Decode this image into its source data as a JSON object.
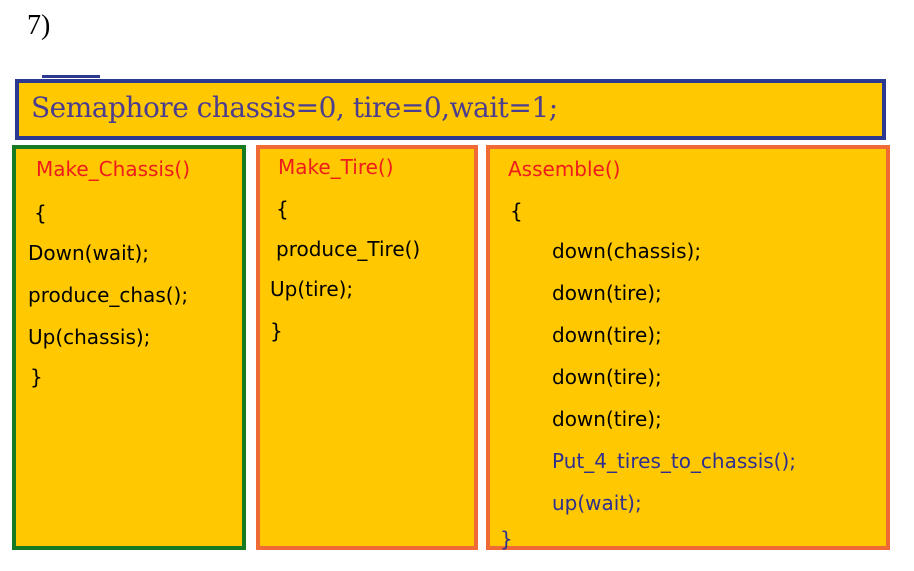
{
  "question_number": "7)",
  "header": {
    "declaration": "Semaphore chassis=0, tire=0,wait=1;"
  },
  "make_chassis": {
    "title": "Make_Chassis()",
    "open_brace": "{",
    "lines": [
      "Down(wait);",
      "produce_chas();",
      "Up(chassis);"
    ],
    "close_brace": "}"
  },
  "make_tire": {
    "title": "Make_Tire()",
    "open_brace": "{",
    "lines": [
      "produce_Tire()",
      "Up(tire);"
    ],
    "close_brace": "}"
  },
  "assemble": {
    "title": "Assemble()",
    "open_brace": "{",
    "lines": [
      "down(chassis);",
      "down(tire);",
      "down(tire);",
      "down(tire);",
      "down(tire);"
    ],
    "blue_lines": [
      "Put_4_tires_to_chassis();",
      "up(wait);"
    ],
    "close_brace": "}"
  },
  "colors": {
    "box_fill": "#ffc800",
    "header_border": "#2b3990",
    "chassis_border": "#177a23",
    "tire_border": "#f06a35",
    "assemble_border": "#f06a35",
    "function_name": "#ee1c1c",
    "header_text": "#4b3d8f",
    "blue_code": "#2e2f8f"
  }
}
